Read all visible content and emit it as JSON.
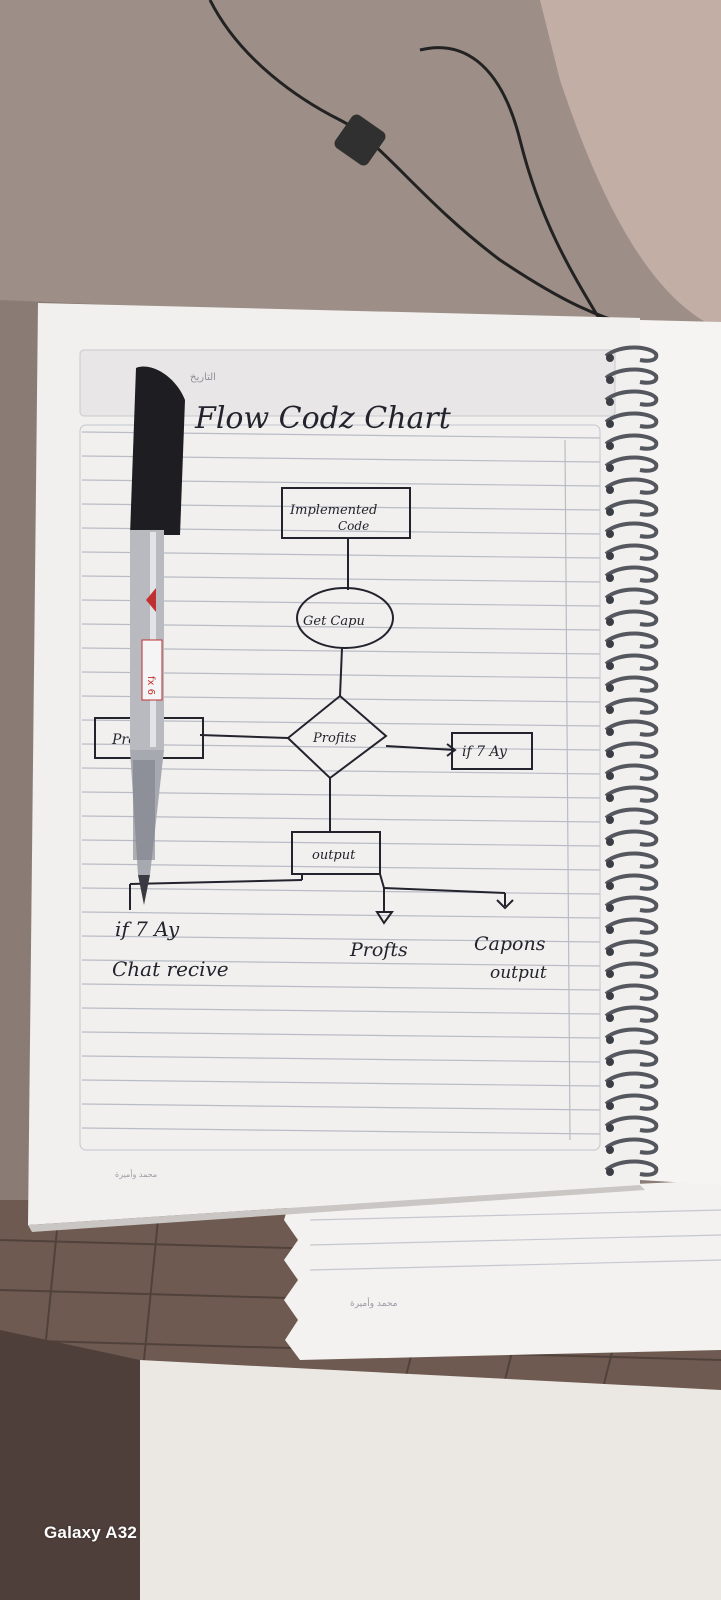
{
  "notebook": {
    "heading": "Flow Codz Chart",
    "header_arabic": "التاريخ",
    "footer_arabic": "محمد وأميرة",
    "footer_arabic_lower": "محمد وأميرة"
  },
  "flowchart": {
    "start_box": {
      "line1": "Implemented",
      "line2": "Code"
    },
    "circle": "Get Capu",
    "diamond": "Profits",
    "left_box": "Profits",
    "right_box": "if 7 Ay",
    "output_box": "output",
    "outcomes": [
      {
        "line1": "if 7 Ay",
        "line2": "Chat recive"
      },
      {
        "line1": "Profts",
        "line2": ""
      },
      {
        "line1": "Capons",
        "line2": "output"
      }
    ]
  },
  "pen": {
    "label": "fx 6"
  },
  "camera": {
    "watermark": "Galaxy A32"
  },
  "colors": {
    "paper": "#f1f0ee",
    "ink": "#23232e",
    "rule_line": "#b9bcc6",
    "table_wood": "#6b5f58",
    "floor_tile": "#ebe8e4"
  }
}
